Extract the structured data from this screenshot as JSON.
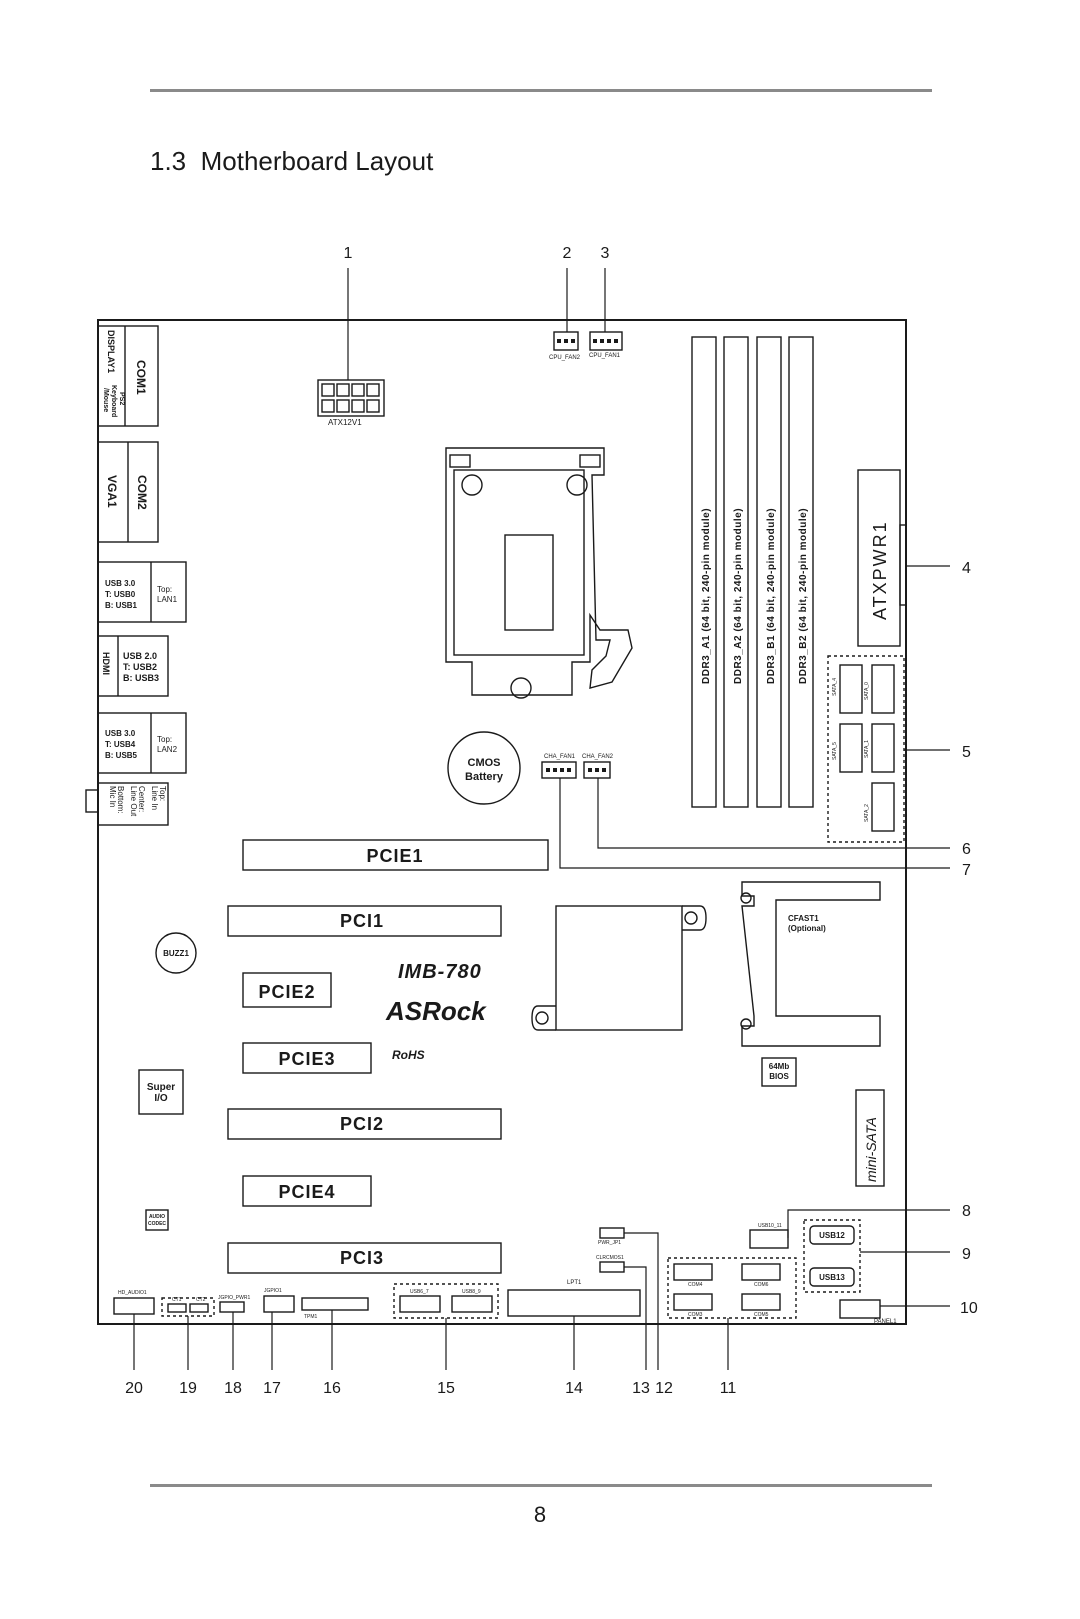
{
  "section": {
    "number": "1.3",
    "title": "Motherboard Layout"
  },
  "page_number": "8",
  "board": {
    "model": "IMB-780",
    "brand": "ASRock",
    "rohs": "RoHS",
    "io_labels": {
      "display1": "DISPLAY1",
      "com1": "COM1",
      "ps2_1": "PS2",
      "ps2_2": "Keyboard",
      "ps2_3": "/Mouse",
      "vga1": "VGA1",
      "com2": "COM2",
      "usb01_1": "USB 3.0",
      "usb01_2": "T: USB0",
      "usb01_3": "B: USB1",
      "lan1_1": "Top:",
      "lan1_2": "LAN1",
      "hdmi": "HDMI",
      "usb23_1": "USB 2.0",
      "usb23_2": "T: USB2",
      "usb23_3": "B: USB3",
      "usb45_1": "USB 3.0",
      "usb45_2": "T: USB4",
      "usb45_3": "B: USB5",
      "lan2_1": "Top:",
      "lan2_2": "LAN2",
      "audio_1": "Top:",
      "audio_2": "Line In",
      "audio_3": "Center:",
      "audio_4": "Line Out",
      "audio_5": "Bottom:",
      "audio_6": "Mic In"
    },
    "components": {
      "atx12v1": "ATX12V1",
      "cpu_fan2": "CPU_FAN2",
      "cpu_fan1": "CPU_FAN1",
      "ddr_a1": "DDR3_A1 (64 bit, 240-pin module)",
      "ddr_a2": "DDR3_A2 (64 bit, 240-pin module)",
      "ddr_b1": "DDR3_B1 (64 bit, 240-pin module)",
      "ddr_b2": "DDR3_B2 (64 bit, 240-pin module)",
      "atxpwr1": "ATXPWR1",
      "sata_4": "SATA_4",
      "sata_0": "SATA_0",
      "sata_5": "SATA_5",
      "sata_1": "SATA_1",
      "sata_2": "SATA_2",
      "cmos_1": "CMOS",
      "cmos_2": "Battery",
      "cha_fan1": "CHA_FAN1",
      "cha_fan2": "CHA_FAN2",
      "pcie1": "PCIE1",
      "pci1": "PCI1",
      "pcie2": "PCIE2",
      "pcie3": "PCIE3",
      "pci2": "PCI2",
      "pcie4": "PCIE4",
      "pci3": "PCI3",
      "buzz1": "BUZZ1",
      "super_io_1": "Super",
      "super_io_2": "I/O",
      "audio_codec_1": "AUDIO",
      "audio_codec_2": "CODEC",
      "cfast1_1": "CFAST1",
      "cfast1_2": "(Optional)",
      "bios_1": "64Mb",
      "bios_2": "BIOS",
      "mini_sata": "mini-SATA",
      "usb10_11": "USB10_11",
      "usb12": "USB12",
      "usb13": "USB13",
      "pwr_jp1": "PWR_JP1",
      "clrcmos1": "CLRCMOS1",
      "com4": "COM4",
      "com6": "COM6",
      "com3": "COM3",
      "com5": "COM5",
      "panel1": "PANEL1",
      "lpt1": "LPT1",
      "usb6_7": "USB6_7",
      "usb8_9": "USB8_9",
      "tpm1": "TPM1",
      "jgpio1": "JGPIO1",
      "jgpio_pwr1": "JGPIO_PWR1",
      "ct1": "CT1",
      "ct2": "CT2",
      "hd_audio1": "HD_AUDIO1"
    }
  },
  "callouts": [
    "1",
    "2",
    "3",
    "4",
    "5",
    "6",
    "7",
    "8",
    "9",
    "10",
    "11",
    "12",
    "13",
    "14",
    "15",
    "16",
    "17",
    "18",
    "19",
    "20"
  ]
}
